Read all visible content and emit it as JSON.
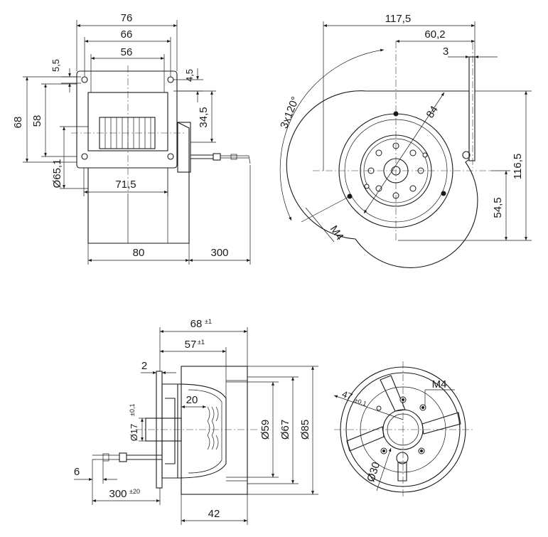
{
  "views": {
    "front": {
      "dims": {
        "w76": "76",
        "w66": "66",
        "w56": "56",
        "s55": "5,5",
        "s45": "4,5",
        "h68": "68",
        "h58": "58",
        "h345": "34,5",
        "d651": "Ø65,1",
        "w715": "71,5",
        "w80": "80",
        "w300": "300"
      }
    },
    "side": {
      "dims": {
        "w1175": "117,5",
        "w602": "60,2",
        "s3": "3",
        "d84": "84",
        "a3x120": "3x120°",
        "h1165": "116,5",
        "h545": "54,5",
        "m4": "M4"
      }
    },
    "section": {
      "dims": {
        "w68": "68",
        "w68_tol": "±1",
        "w57": "57",
        "w57_tol": "±1",
        "s2": "2",
        "s20": "20",
        "d17": "Ø17",
        "d17_tol": "±0,1",
        "d59": "Ø59",
        "d67": "Ø67",
        "d85": "Ø85",
        "s6": "6",
        "w300": "300",
        "w300_tol": "±20",
        "w42": "42"
      }
    },
    "face": {
      "dims": {
        "m4": "M4",
        "d47": "47",
        "d47_tol": "±0,1",
        "d30": "Ø30"
      }
    }
  }
}
